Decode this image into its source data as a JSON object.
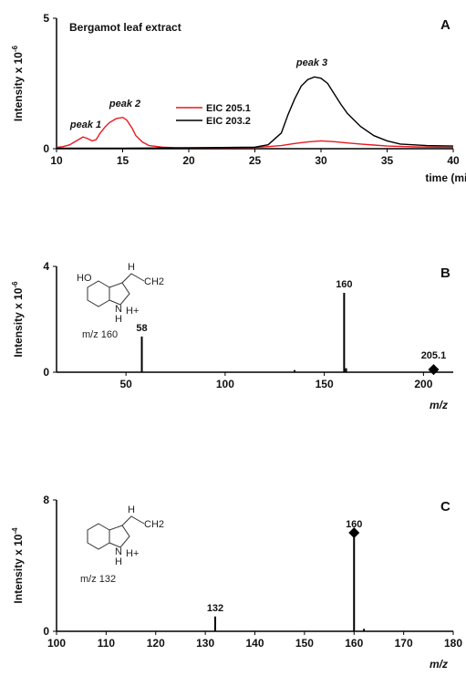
{
  "chart_data": [
    {
      "id": "A",
      "type": "line",
      "panel_label": "A",
      "title": "Bergamot leaf extract",
      "xlabel": "time (min)",
      "ylabel": "Intensity x 10",
      "ylabel_exp": "-6",
      "xlim": [
        10,
        40
      ],
      "ylim": [
        0,
        5
      ],
      "xticks": [
        10,
        15,
        20,
        25,
        30,
        35,
        40
      ],
      "yticks": [
        0,
        5
      ],
      "colors": {
        "eic205": "#e8191f",
        "eic203": "#000000"
      },
      "series": [
        {
          "name": "EIC 205.1",
          "key": "eic205",
          "x": [
            10,
            10.5,
            11,
            11.5,
            12,
            12.3,
            12.7,
            13,
            13.3,
            13.7,
            14,
            14.5,
            15,
            15.3,
            15.7,
            16,
            16.5,
            17,
            18,
            19,
            20,
            22,
            25,
            26,
            27,
            28,
            29,
            30,
            31,
            32,
            33,
            34,
            35,
            37,
            40
          ],
          "y": [
            0.05,
            0.08,
            0.15,
            0.3,
            0.45,
            0.4,
            0.3,
            0.35,
            0.6,
            0.85,
            1.0,
            1.15,
            1.2,
            1.1,
            0.8,
            0.5,
            0.25,
            0.12,
            0.06,
            0.04,
            0.04,
            0.04,
            0.05,
            0.08,
            0.12,
            0.2,
            0.26,
            0.3,
            0.27,
            0.22,
            0.18,
            0.14,
            0.1,
            0.07,
            0.05
          ]
        },
        {
          "name": "EIC 203.2",
          "key": "eic203",
          "x": [
            10,
            15,
            20,
            25,
            26,
            27,
            27.5,
            28,
            28.5,
            29,
            29.5,
            30,
            30.5,
            31,
            31.5,
            32,
            33,
            34,
            35,
            36,
            38,
            40
          ],
          "y": [
            0.02,
            0.02,
            0.03,
            0.06,
            0.15,
            0.6,
            1.3,
            1.9,
            2.4,
            2.65,
            2.75,
            2.7,
            2.5,
            2.1,
            1.7,
            1.35,
            0.85,
            0.5,
            0.3,
            0.18,
            0.12,
            0.1
          ]
        }
      ],
      "annotations": [
        {
          "label": "peak 1",
          "x": 12
        },
        {
          "label": "peak 2",
          "x": 15
        },
        {
          "label": "peak 3",
          "x": 30
        }
      ]
    },
    {
      "id": "B",
      "type": "bar",
      "panel_label": "B",
      "xlabel": "m/z",
      "ylabel": "Intensity x 10",
      "ylabel_exp": "-6",
      "xlim": [
        15,
        215
      ],
      "ylim": [
        0,
        4
      ],
      "xticks": [
        50,
        100,
        150,
        200
      ],
      "yticks": [
        0,
        4
      ],
      "peaks": [
        {
          "mz": 58,
          "value": 1.35,
          "label": "58"
        },
        {
          "mz": 135,
          "value": 0.08,
          "label": ""
        },
        {
          "mz": 160,
          "value": 3.0,
          "label": "160"
        },
        {
          "mz": 161,
          "value": 0.15,
          "label": ""
        }
      ],
      "precursor": {
        "mz": 205.1,
        "value": 0.1,
        "label": "205.1"
      },
      "structure_label": "m/z 160",
      "structure": {
        "ho": "HO",
        "nh": "N",
        "h_below": "H",
        "h_plus": "H+",
        "h_top": "H",
        "ch2": "CH2"
      }
    },
    {
      "id": "C",
      "type": "bar",
      "panel_label": "C",
      "xlabel": "m/z",
      "ylabel": "Intensity x 10",
      "ylabel_exp": "-4",
      "xlim": [
        100,
        180
      ],
      "ylim": [
        0,
        8
      ],
      "xticks": [
        100,
        110,
        120,
        130,
        140,
        150,
        160,
        170,
        180
      ],
      "yticks": [
        0,
        8
      ],
      "peaks": [
        {
          "mz": 132,
          "value": 0.9,
          "label": "132"
        },
        {
          "mz": 160,
          "value": 6.0,
          "label": "160"
        },
        {
          "mz": 162,
          "value": 0.15,
          "label": ""
        }
      ],
      "precursor": {
        "mz": 160,
        "value": 6.0,
        "label": ""
      },
      "structure_label": "m/z 132",
      "structure": {
        "nh": "N",
        "h_below": "H",
        "h_plus": "H+",
        "h_top": "H",
        "ch2": "CH2"
      }
    }
  ]
}
